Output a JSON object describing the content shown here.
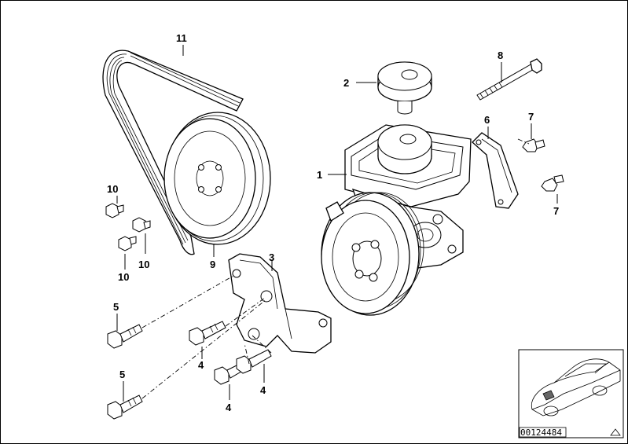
{
  "callouts": {
    "c1": "1",
    "c2": "2",
    "c3": "3",
    "c4a": "4",
    "c4b": "4",
    "c4c": "4",
    "c5a": "5",
    "c5b": "5",
    "c6": "6",
    "c7a": "7",
    "c7b": "7",
    "c8": "8",
    "c9": "9",
    "c10a": "10",
    "c10b": "10",
    "c10c": "10",
    "c11": "11"
  },
  "thumbnail": {
    "ref_number": "00124484"
  },
  "colors": {
    "line": "#000000",
    "background": "#ffffff"
  }
}
